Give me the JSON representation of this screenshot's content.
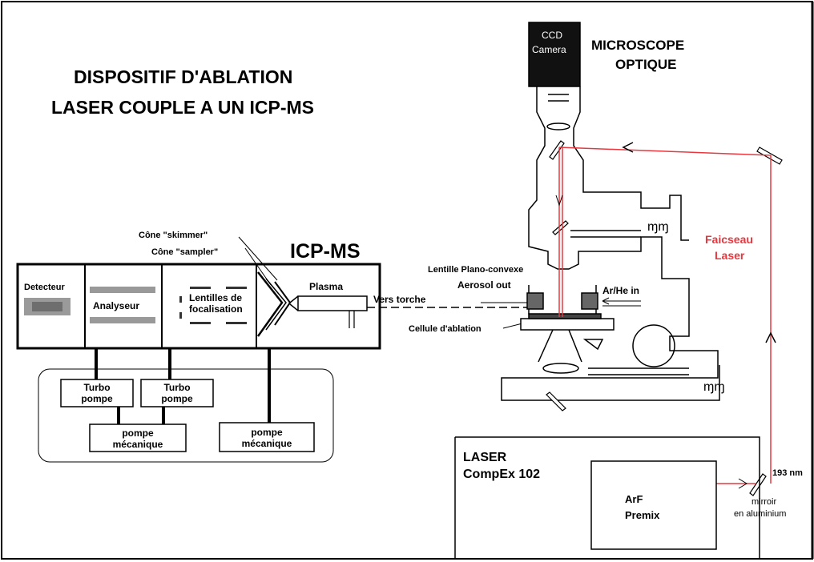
{
  "title": {
    "line1": "DISPOSITIF D'ABLATION",
    "line2": "LASER COUPLE A UN ICP-MS"
  },
  "icpms": {
    "heading": "ICP-MS",
    "detecteur": "Detecteur",
    "analyseur": "Analyseur",
    "lentilles_line1": "Lentilles de",
    "lentilles_line2": "focalisation",
    "plasma": "Plasma",
    "cone_skimmer": "Cône \"skimmer\"",
    "cone_sampler": "Cône \"sampler\"",
    "turbo1_line1": "Turbo",
    "turbo1_line2": "pompe",
    "turbo2_line1": "Turbo",
    "turbo2_line2": "pompe",
    "pompe1_line1": "pompe",
    "pompe1_line2": "mécanique",
    "pompe2_line1": "pompe",
    "pompe2_line2": "mécanique"
  },
  "ablation": {
    "vers_torche": "Vers torche",
    "aerosol_out": "Aerosol out",
    "ar_he_in": "Ar/He in",
    "lentille": "Lentille Plano-convexe",
    "cellule": "Cellule d'ablation"
  },
  "microscope": {
    "ccd_line1": "CCD",
    "ccd_line2": "Camera",
    "label_line1": "MICROSCOPE",
    "label_line2": "OPTIQUE"
  },
  "laser": {
    "faisceau_line1": "Faicseau",
    "faisceau_line2": "Laser",
    "label_line1": "LASER",
    "label_line2": "CompEx 102",
    "arf_line1": "ArF",
    "arf_line2": "Premix",
    "wavelength": "193 nm",
    "miroir_line1": "mirroir",
    "miroir_line2": "en aluminium"
  },
  "colors": {
    "laser_beam": "#e8383f",
    "ccd_body": "#111111",
    "sample_holder": "#666666"
  }
}
